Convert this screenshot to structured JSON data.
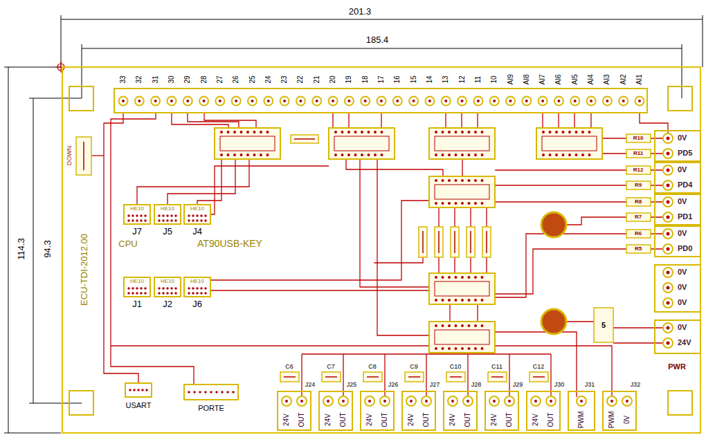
{
  "diagram": {
    "nodes": [
      {
        "text": [
          "HE10",
          "J7"
        ]
      },
      {
        "text": [
          "HE10",
          "J5"
        ]
      },
      {
        "text": [
          "HE10",
          "J4"
        ]
      },
      {
        "text": [
          "HE10",
          "J1"
        ]
      },
      {
        "text": [
          "HE10",
          "J2"
        ]
      },
      {
        "text": [
          "HE10",
          "J6"
        ]
      },
      {
        "text": [
          "USART"
        ]
      },
      {
        "text": [
          "PORTE"
        ]
      },
      {
        "text": [
          "24V",
          "OUT"
        ]
      },
      {
        "text": [
          "24V",
          "OUT"
        ]
      },
      {
        "text": [
          "24V",
          "OUT"
        ]
      },
      {
        "text": [
          "24V",
          "OUT"
        ]
      },
      {
        "text": [
          "24V",
          "OUT"
        ]
      },
      {
        "text": [
          "24V",
          "OUT"
        ]
      },
      {
        "text": [
          "24V",
          "OUT"
        ]
      },
      {
        "text": [
          "PWM"
        ]
      },
      {
        "text": [
          "PWM",
          "0V"
        ]
      },
      {
        "text": [
          "0V",
          "PD5"
        ]
      },
      {
        "text": [
          "0V",
          "PD4"
        ]
      },
      {
        "text": [
          "0V",
          "PD1"
        ]
      },
      {
        "text": [
          "0V",
          "PD0"
        ]
      },
      {
        "text": [
          "0V",
          "0V",
          "0V"
        ]
      },
      {
        "text": [
          "0V",
          "24V"
        ]
      }
    ],
    "labels": [
      "201.3",
      "185.4",
      "114.3",
      "94.3",
      "33",
      "32",
      "31",
      "30",
      "29",
      "28",
      "27",
      "26",
      "25",
      "24",
      "23",
      "22",
      "21",
      "20",
      "19",
      "18",
      "17",
      "16",
      "15",
      "14",
      "13",
      "12",
      "11",
      "10",
      "AI9",
      "AI8",
      "AI7",
      "AI6",
      "AI5",
      "AI4",
      "AI3",
      "AI2",
      "AI1",
      "DOWN",
      "ECU-TDI-2012.00",
      "CPU",
      "AT90USB-KEY",
      "R10",
      "R11",
      "R12",
      "R9",
      "R8",
      "R7",
      "R6",
      "R5",
      "PWR",
      "J24",
      "J25",
      "J26",
      "J27",
      "J28",
      "J29",
      "J30",
      "J31",
      "J32",
      "5",
      "C6",
      "C7",
      "C8",
      "C9",
      "C10",
      "C11",
      "C12"
    ]
  }
}
